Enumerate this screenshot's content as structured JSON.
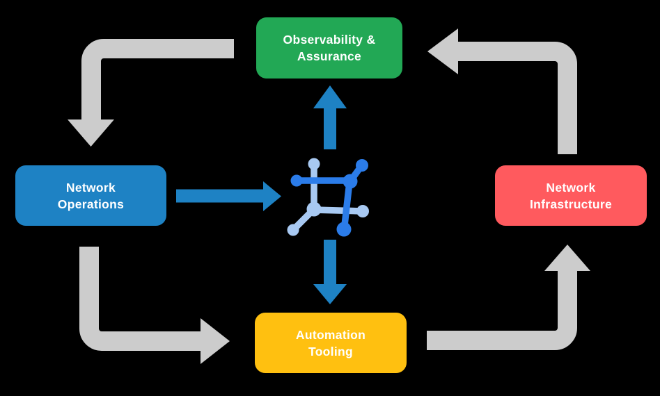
{
  "diagram_type": "network-automation-cycle",
  "nodes": {
    "observability": {
      "label": "Observability & Assurance",
      "line1": "Observability &",
      "line2": "Assurance",
      "color": "#22a855"
    },
    "operations": {
      "label": "Network Operations",
      "line1": "Network",
      "line2": "Operations",
      "color": "#1e82c4"
    },
    "infrastructure": {
      "label": "Network Infrastructure",
      "line1": "Network",
      "line2": "Infrastructure",
      "color": "#ff5a5e"
    },
    "automation": {
      "label": "Automation Tooling",
      "line1": "Automation",
      "line2": "Tooling",
      "color": "#ffc010"
    }
  },
  "center_icon": {
    "name": "network-mesh-icon"
  },
  "arrows": {
    "gray_cycle": [
      {
        "from": "observability",
        "to": "operations"
      },
      {
        "from": "operations",
        "to": "automation"
      },
      {
        "from": "automation",
        "to": "infrastructure"
      },
      {
        "from": "infrastructure",
        "to": "observability"
      }
    ],
    "blue_flows": [
      {
        "from": "operations",
        "to": "center-icon"
      },
      {
        "from": "center-icon",
        "to": "observability"
      },
      {
        "from": "center-icon",
        "to": "automation"
      }
    ]
  },
  "colors": {
    "background": "#000000",
    "arrow_gray": "#cccccc",
    "flow_blue": "#1e82c4",
    "icon_dark_blue": "#2b7ce9",
    "icon_light_blue": "#a8c9f2",
    "node_text": "#ffffff"
  }
}
